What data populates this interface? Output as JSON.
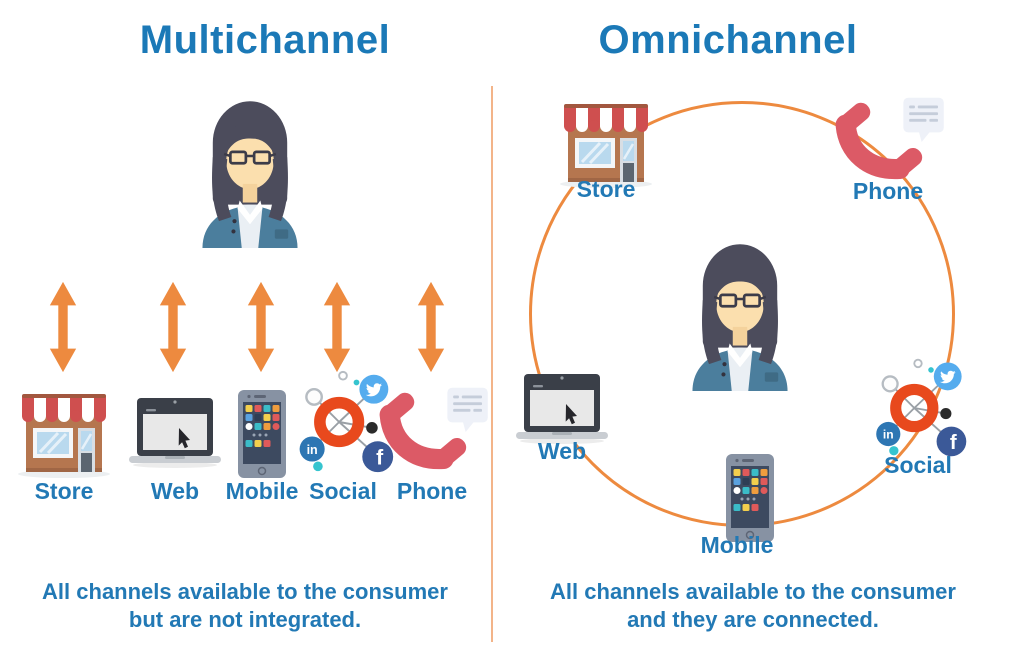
{
  "palette": {
    "heading_blue": "#1b79b7",
    "label_blue": "#2279b5",
    "accent_orange": "#ED8A3F",
    "divider_orange": "#F3B489"
  },
  "left_panel": {
    "title": "Multichannel",
    "channel_labels": [
      "Store",
      "Web",
      "Mobile",
      "Social",
      "Phone"
    ],
    "caption_line1": "All channels available to the consumer",
    "caption_line2": "but are not integrated."
  },
  "right_panel": {
    "title": "Omnichannel",
    "labels": {
      "store": "Store",
      "phone": "Phone",
      "web": "Web",
      "mobile": "Mobile",
      "social": "Social"
    },
    "caption_line1": "All channels available to the consumer",
    "caption_line2": "and they are connected."
  },
  "icons": {
    "person": "consumer-person-icon",
    "store": "storefront-icon",
    "web": "laptop-icon",
    "mobile": "smartphone-icon",
    "social": "social-network-icon",
    "phone": "telephone-handset-icon",
    "arrow": "double-arrow-icon"
  }
}
